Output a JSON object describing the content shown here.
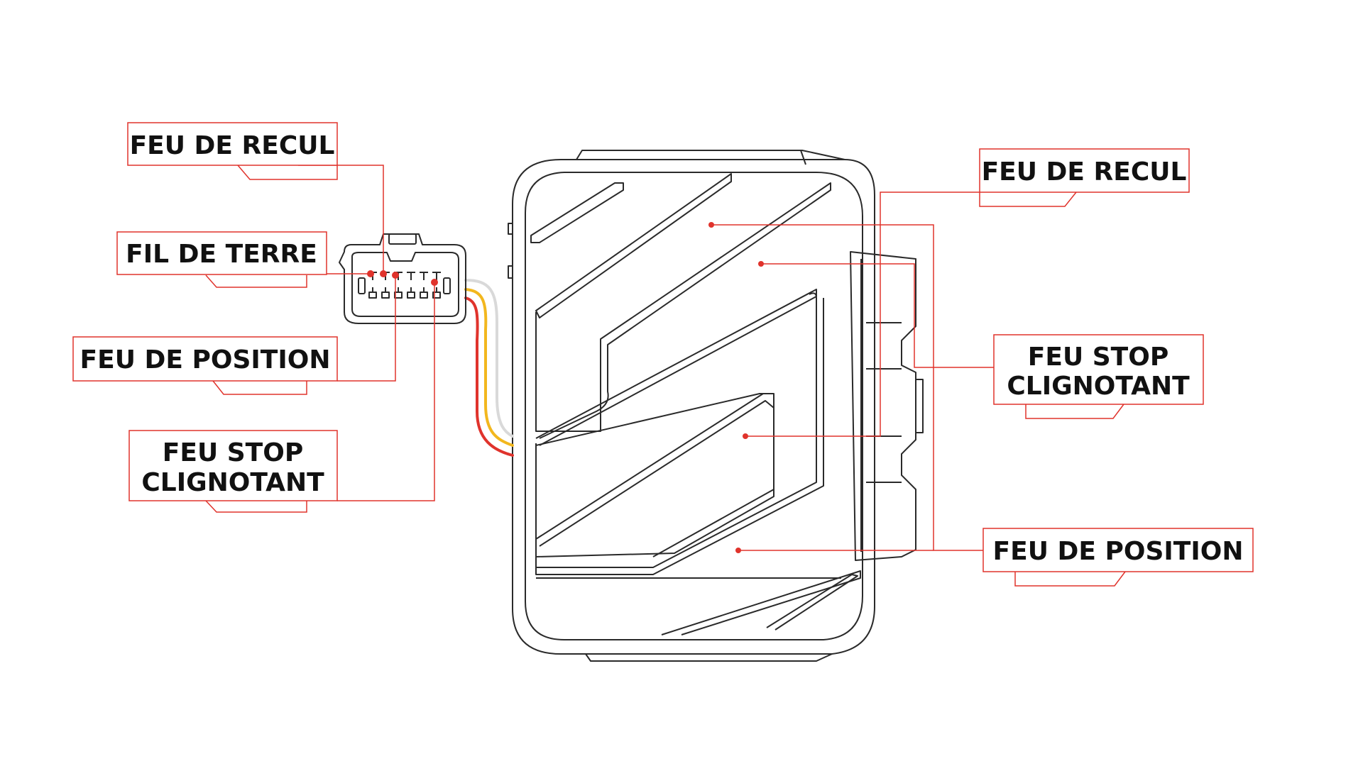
{
  "colors": {
    "leader": "#e0332c",
    "outline": "#2a2a2a",
    "wire_white": "#d9d9d9",
    "wire_yellow": "#f2b71e",
    "wire_red": "#e0332c"
  },
  "labels_left": {
    "reverse": "FEU DE RECUL",
    "ground": "FIL DE TERRE",
    "position": "FEU DE POSITION",
    "stop_line1": "FEU STOP",
    "stop_line2": "CLIGNOTANT"
  },
  "labels_right": {
    "reverse": "FEU DE RECUL",
    "stop_line1": "FEU STOP",
    "stop_line2": "CLIGNOTANT",
    "position": "FEU DE POSITION"
  }
}
